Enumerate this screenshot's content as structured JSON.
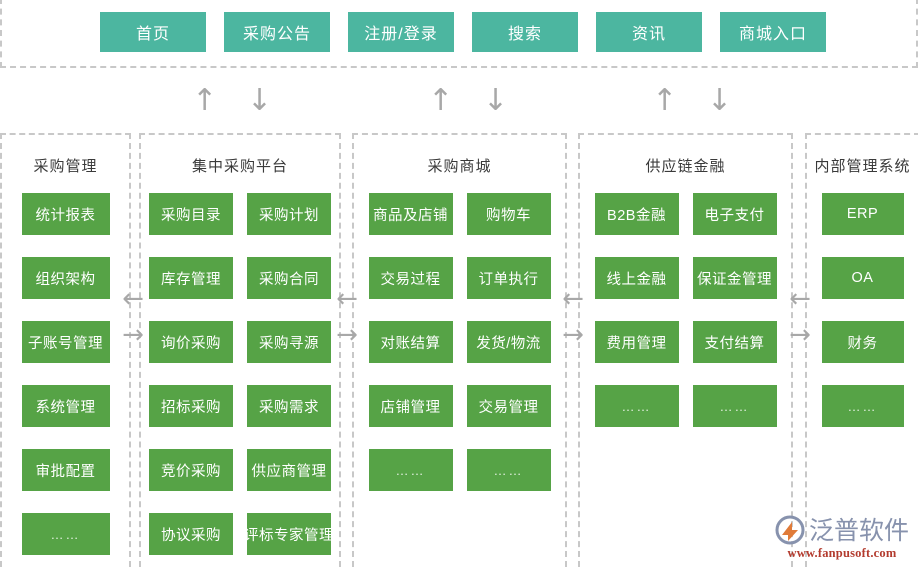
{
  "portal": {
    "buttons": [
      {
        "label": "首页"
      },
      {
        "label": "采购公告"
      },
      {
        "label": "注册/登录"
      },
      {
        "label": "搜索"
      },
      {
        "label": "资讯"
      },
      {
        "label": "商城入口"
      }
    ],
    "accent_color": "#4cb6a0"
  },
  "arrows": {
    "up_glyph": "↑",
    "down_glyph": "↓",
    "left_glyph": "←",
    "right_glyph": "→",
    "color": "#a8a8a8",
    "vertical_groups": 3,
    "horizontal_groups": 4
  },
  "tile_color": "#56a346",
  "columns": [
    {
      "title": "采购管理",
      "subcolumns": [
        [
          {
            "label": "统计报表"
          },
          {
            "label": "组织架构"
          },
          {
            "label": "子账号管理"
          },
          {
            "label": "系统管理"
          },
          {
            "label": "审批配置"
          },
          {
            "label": "……"
          }
        ]
      ]
    },
    {
      "title": "集中采购平台",
      "subcolumns": [
        [
          {
            "label": "采购目录"
          },
          {
            "label": "库存管理"
          },
          {
            "label": "询价采购"
          },
          {
            "label": "招标采购"
          },
          {
            "label": "竞价采购"
          },
          {
            "label": "协议采购"
          }
        ],
        [
          {
            "label": "采购计划"
          },
          {
            "label": "采购合同"
          },
          {
            "label": "采购寻源"
          },
          {
            "label": "采购需求"
          },
          {
            "label": "供应商管理"
          },
          {
            "label": "评标专家管理"
          }
        ]
      ]
    },
    {
      "title": "采购商城",
      "subcolumns": [
        [
          {
            "label": "商品及店铺"
          },
          {
            "label": "交易过程"
          },
          {
            "label": "对账结算"
          },
          {
            "label": "店铺管理"
          },
          {
            "label": "……"
          }
        ],
        [
          {
            "label": "购物车"
          },
          {
            "label": "订单执行"
          },
          {
            "label": "发货/物流"
          },
          {
            "label": "交易管理"
          },
          {
            "label": "……"
          }
        ]
      ]
    },
    {
      "title": "供应链金融",
      "subcolumns": [
        [
          {
            "label": "B2B金融"
          },
          {
            "label": "线上金融"
          },
          {
            "label": "费用管理"
          },
          {
            "label": "……"
          }
        ],
        [
          {
            "label": "电子支付"
          },
          {
            "label": "保证金管理"
          },
          {
            "label": "支付结算"
          },
          {
            "label": "……"
          }
        ]
      ]
    },
    {
      "title": "内部管理系统",
      "subcolumns": [
        [
          {
            "label": "ERP"
          },
          {
            "label": "OA"
          },
          {
            "label": "财务"
          },
          {
            "label": "……"
          }
        ]
      ]
    }
  ],
  "watermark": {
    "brand": "泛普软件",
    "url": "www.fanpusoft.com"
  }
}
